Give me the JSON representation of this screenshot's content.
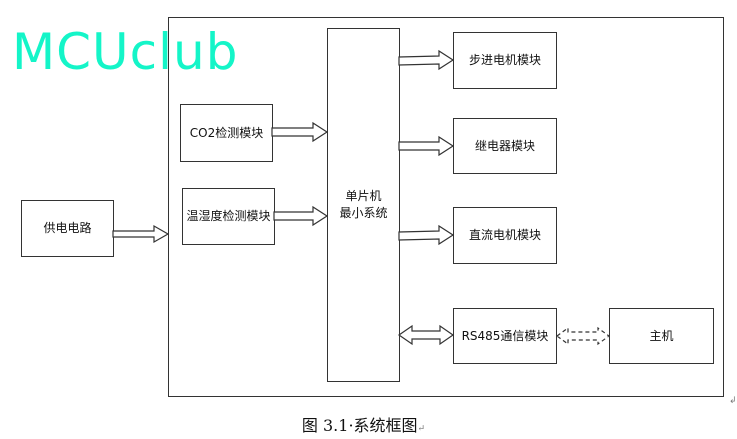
{
  "watermark": {
    "text": "MCUclub",
    "color": "#14F5C8"
  },
  "diagram": {
    "title_caption": "图 3.1·系统框图",
    "caption_end_mark": "↵",
    "para_mark": "↲",
    "center": {
      "label_line1": "单片机",
      "label_line2": "最小系统"
    },
    "inputs": [
      {
        "id": "co2",
        "label": "CO2检测模块"
      },
      {
        "id": "temp_humidity",
        "label": "温湿度检测模块"
      }
    ],
    "power": {
      "label": "供电电路"
    },
    "outputs": [
      {
        "id": "stepper",
        "label": "步进电机模块"
      },
      {
        "id": "relay",
        "label": "继电器模块"
      },
      {
        "id": "dc_motor",
        "label": "直流电机模块"
      },
      {
        "id": "rs485",
        "label": "RS485通信模块"
      }
    ],
    "host": {
      "label": "主机"
    },
    "connections": [
      {
        "from": "供电电路",
        "to": "系统",
        "style": "solid-arrow"
      },
      {
        "from": "CO2检测模块",
        "to": "单片机最小系统",
        "style": "solid-arrow"
      },
      {
        "from": "温湿度检测模块",
        "to": "单片机最小系统",
        "style": "solid-arrow"
      },
      {
        "from": "单片机最小系统",
        "to": "步进电机模块",
        "style": "solid-arrow"
      },
      {
        "from": "单片机最小系统",
        "to": "继电器模块",
        "style": "solid-arrow"
      },
      {
        "from": "单片机最小系统",
        "to": "直流电机模块",
        "style": "solid-arrow"
      },
      {
        "from": "单片机最小系统",
        "to": "RS485通信模块",
        "style": "solid-double-arrow"
      },
      {
        "from": "RS485通信模块",
        "to": "主机",
        "style": "dashed-double-arrow"
      }
    ],
    "colors": {
      "line": "#333333",
      "text": "#111111"
    }
  }
}
